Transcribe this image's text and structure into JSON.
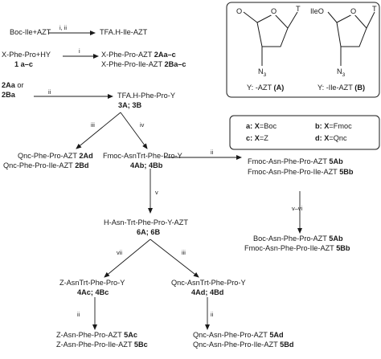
{
  "top": {
    "reactants1": "Boc-Ile+AZT",
    "cond1": "i, ii",
    "product1": "TFA.H-Ile-AZT",
    "reactants2": "X-Phe-Pro+HY",
    "reactants2_num": "1 a–c",
    "cond2": "i",
    "product2a_text": "X-Phe-Pro-AZT ",
    "product2a_num": "2Aa–c",
    "product2b_text": "X-Phe-Pro-Ile-AZT ",
    "product2b_num": "2Ba–c"
  },
  "deprotect": {
    "start1": "2Aa",
    "start_or": " or",
    "start2": "2Ba",
    "cond": "ii",
    "product": "TFA.H-Phe-Pro-Y",
    "product_num": "3A; 3B"
  },
  "branch_left": {
    "cond": "iii",
    "line1_text": "Qnc-Phe-Pro-AZT ",
    "line1_num": "2Ad",
    "line2_text": "Qnc-Phe-Pro-Ile-AZT ",
    "line2_num": "2Bd"
  },
  "branch_mid": {
    "cond": "iv",
    "product": "Fmoc-AsnTrt-Phe-Pro-Y",
    "product_num": "4Ab; 4Bb"
  },
  "branch_right": {
    "cond": "ii",
    "line1_text": "Fmoc-Asn-Phe-Pro-AZT ",
    "line1_num": "5Ab",
    "line2_text": "Fmoc-Asn-Phe-Pro-Ile-AZT ",
    "line2_num": "5Bb",
    "cond2": "v–vi",
    "line3_text": "Boc-Asn-Phe-Pro-AZT ",
    "line3_num": "5Ab",
    "line4_text": "Fmoc-Asn-Phe-Pro-Ile-AZT ",
    "line4_num": "5Bb"
  },
  "center": {
    "cond": "v",
    "product": "H-Asn-Trt-Phe-Pro-Y-AZT",
    "product_num": "6A; 6B"
  },
  "lower_left": {
    "cond": "vii",
    "product": "Z-AsnTrt-Phe-Pro-Y",
    "product_num": "4Ac; 4Bc",
    "cond2": "ii",
    "line1_text": "Z-Asn-Phe-Pro-AZT ",
    "line1_num": "5Ac",
    "line2_text": "Z-Asn-Phe-Pro-Ile-AZT ",
    "line2_num": "5Bc"
  },
  "lower_right": {
    "cond": "iii",
    "product": "Qnc-AsnTrt-Phe-Pro-Y",
    "product_num": "4Ad; 4Bd",
    "cond2": "ii",
    "line1_text": "Qnc-Asn-Phe-Pro-AZT ",
    "line1_num": "5Ad",
    "line2_text": "Qnc-Asn-Phe-Pro-Ile-AZT ",
    "line2_num": "5Bd"
  },
  "structures": {
    "a_O": "O",
    "a_T": "T",
    "a_N3": "N",
    "a_sub": "3",
    "a_caption": "Y: -AZT ",
    "a_tag": "(A)",
    "b_IleO": "IleO",
    "b_T": "T",
    "b_N3": "N",
    "b_sub": "3",
    "b_caption": "Y: -Ile-AZT ",
    "b_tag": "(B)"
  },
  "legend": {
    "a_key": "a: X",
    "a_val": "=Boc",
    "b_key": "b: X",
    "b_val": "=Fmoc",
    "c_key": "c: X",
    "c_val": "=Z",
    "d_key": "d: X",
    "d_val": "=Qnc"
  }
}
